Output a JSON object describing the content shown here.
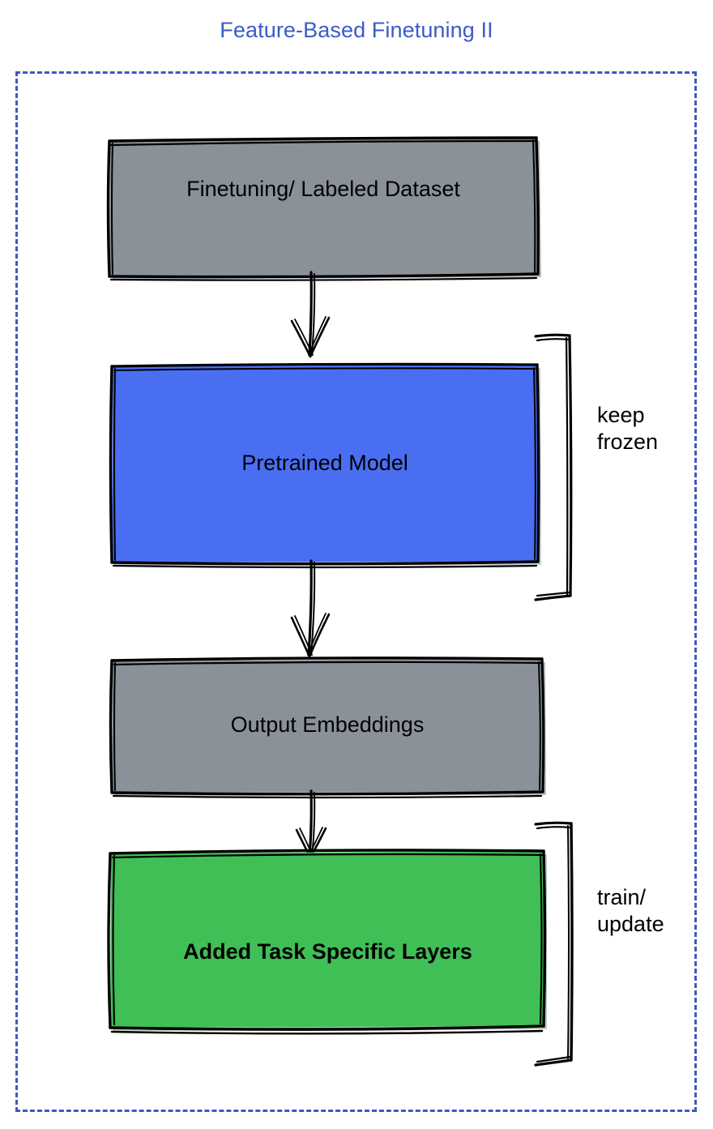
{
  "diagram": {
    "title": "Feature-Based Finetuning II",
    "title_color": "#3c5bc8",
    "container_border_color": "#3b5bc0",
    "background_color": "#ffffff",
    "style": "hand-drawn sketch flowchart",
    "nodes": [
      {
        "id": "dataset",
        "label": "Finetuning/ Labeled Dataset",
        "fill": "#8a9199",
        "stroke": "#000000",
        "shape": "rectangle"
      },
      {
        "id": "pretrained",
        "label": "Pretrained Model",
        "fill": "#4a6ef2",
        "stroke": "#000000",
        "shape": "rectangle"
      },
      {
        "id": "embeddings",
        "label": "Output Embeddings",
        "fill": "#8a9199",
        "stroke": "#000000",
        "shape": "rectangle"
      },
      {
        "id": "layers",
        "label": "Added Task Specific Layers",
        "fill": "#40bf57",
        "stroke": "#000000",
        "shape": "rectangle"
      }
    ],
    "edges": [
      {
        "id": "edge-dataset-pretrained",
        "from": "dataset",
        "to": "pretrained",
        "arrow": "down"
      },
      {
        "id": "edge-pretrained-embeddings",
        "from": "pretrained",
        "to": "embeddings",
        "arrow": "down"
      },
      {
        "id": "edge-embeddings-layers",
        "from": "embeddings",
        "to": "layers",
        "arrow": "down"
      }
    ],
    "annotations": [
      {
        "id": "keep-frozen",
        "label": "keep\nfrozen",
        "targets": [
          "pretrained"
        ],
        "bracket": "right"
      },
      {
        "id": "train-update",
        "label": "train/\nupdate",
        "targets": [
          "layers"
        ],
        "bracket": "right"
      }
    ]
  }
}
